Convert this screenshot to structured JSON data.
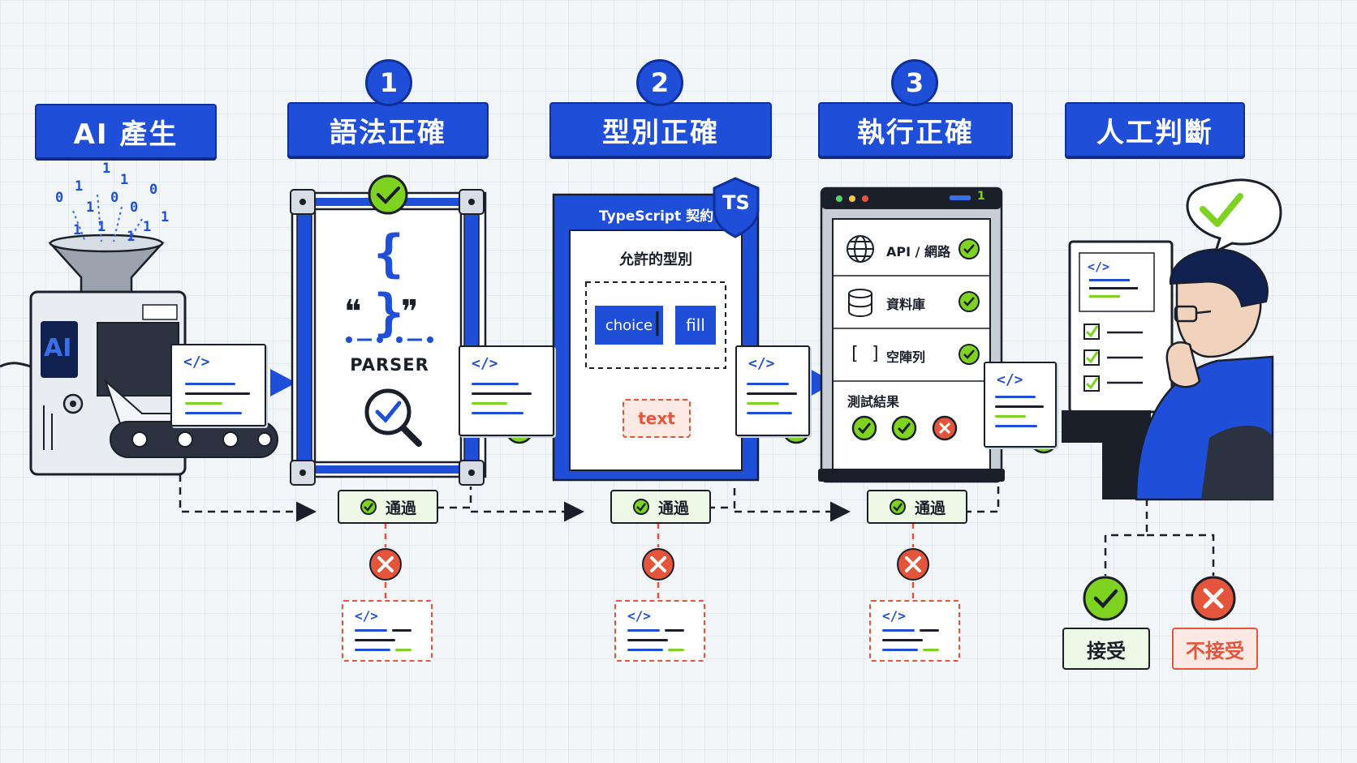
{
  "headers": {
    "ai_generate": "AI 產生",
    "syntax": "語法正確",
    "type": "型別正確",
    "runtime": "執行正確",
    "human": "人工判斷"
  },
  "steps": [
    "1",
    "2",
    "3"
  ],
  "machine": {
    "logo": "AI",
    "binary": [
      "1",
      "0",
      "1",
      "0",
      "1",
      "1",
      "0",
      "1",
      "0",
      "1",
      "1",
      "1",
      "1"
    ]
  },
  "parser": {
    "braces": "{ }",
    "quotes_open": "❝",
    "quotes_close": "❞",
    "label": "PARSER"
  },
  "typescript": {
    "title": "TypeScript 契約",
    "badge": "TS",
    "allowed_label": "允許的型別",
    "choice": "choice",
    "sep": "|",
    "fill": "fill",
    "rejected": "text"
  },
  "runtime_panel": {
    "rows": [
      {
        "icon": "globe-icon",
        "label": "API / 網路"
      },
      {
        "icon": "database-icon",
        "label": "資料庫"
      },
      {
        "icon": "brackets-icon",
        "label": "空陣列",
        "symbol": "[ ]"
      }
    ],
    "results_label": "測試結果",
    "counter": "1"
  },
  "code_tag": "</>",
  "pass_label": "通過",
  "decision": {
    "accept": "接受",
    "reject": "不接受"
  },
  "colors": {
    "blue": "#1f4fd8",
    "green": "#7ed321",
    "red": "#e5553b",
    "dark": "#1b1f2a"
  }
}
